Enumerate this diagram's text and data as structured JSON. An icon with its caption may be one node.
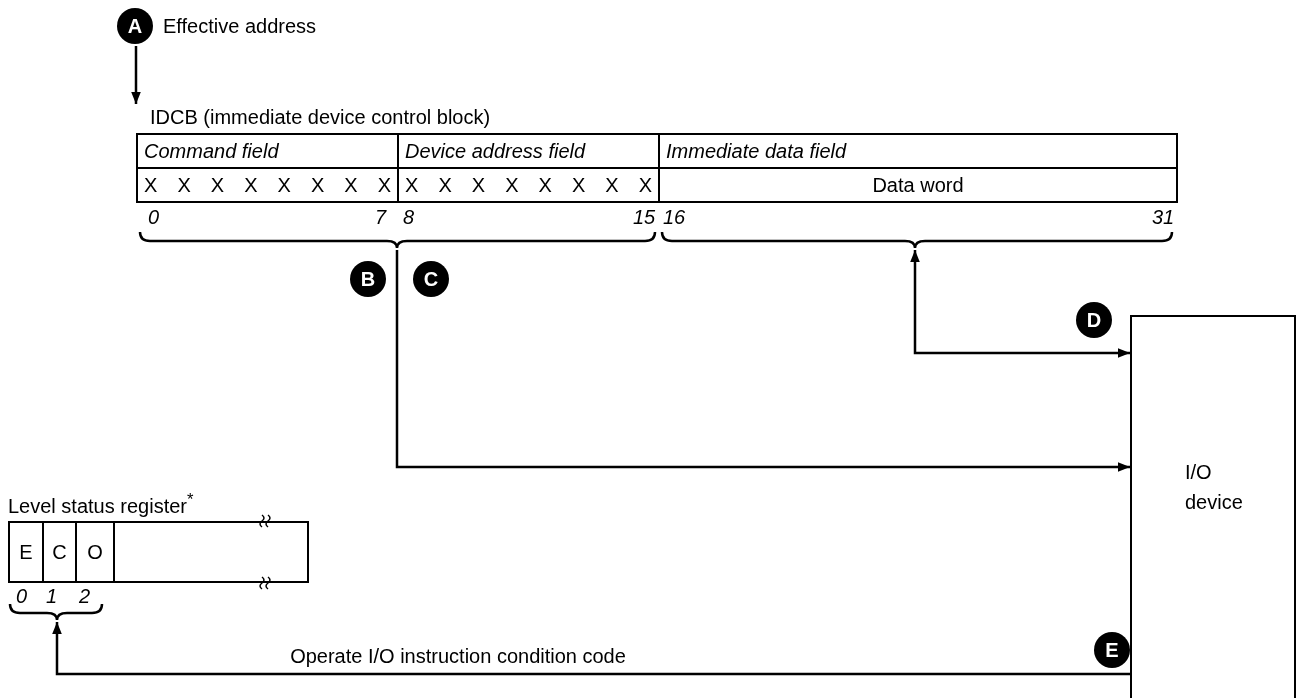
{
  "diagram": {
    "nodes": [
      {
        "text": [
          "A",
          "Effective address"
        ]
      },
      {
        "text": [
          "IDCB (immediate device control block)"
        ]
      },
      {
        "text": [
          "Command field"
        ],
        "in": 1
      },
      {
        "text": [
          "Device address field"
        ],
        "in": 1
      },
      {
        "text": [
          "Immediate data field"
        ],
        "in": 1
      },
      {
        "text": [
          "X X X X X X X X"
        ],
        "in": 1
      },
      {
        "text": [
          "X X X X X X X X"
        ],
        "in": 1
      },
      {
        "text": [
          "Data word"
        ],
        "in": 1
      },
      {
        "text": [
          "B"
        ]
      },
      {
        "text": [
          "C"
        ]
      },
      {
        "text": [
          "D"
        ]
      },
      {
        "text": [
          "I/O device"
        ]
      },
      {
        "text": [
          "Level status register$^{*}$"
        ]
      },
      {
        "text": [
          "E"
        ],
        "in": 12
      },
      {
        "text": [
          "C"
        ],
        "in": 12
      },
      {
        "text": [
          "O"
        ],
        "in": 12
      },
      {
        "text": [],
        "shape": "box",
        "in": 12
      },
      {
        "text": [
          "E"
        ]
      }
    ],
    "edges": [
      {
        "from": 0,
        "to": 1,
        "arrow": "to"
      },
      {
        "from": 1,
        "to": 11,
        "arrow": "to"
      },
      {
        "from": 11,
        "to": 1,
        "arrow": "both"
      },
      {
        "from": 11,
        "to": 12,
        "arrow": "to",
        "label": "Operate I/O instruction condition code"
      }
    ],
    "labels": [
      "0",
      "7",
      "8",
      "15",
      "16",
      "31",
      "0",
      "1",
      "2"
    ]
  }
}
